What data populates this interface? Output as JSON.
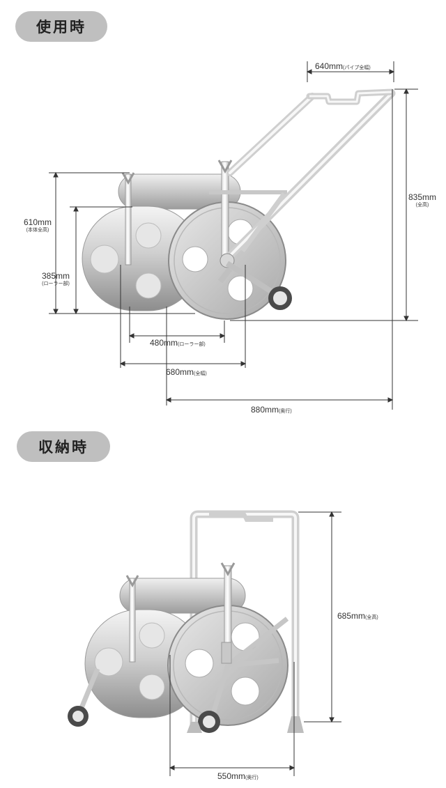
{
  "sections": {
    "in_use": {
      "title": "使用時"
    },
    "storage": {
      "title": "収納時"
    }
  },
  "dimensions": {
    "pipe_width": {
      "value": "640mm",
      "note": "(パイプ全幅)"
    },
    "total_height_use": {
      "value": "835mm",
      "note": "(全高)"
    },
    "body_height": {
      "value": "610mm",
      "note": "(本体全高)"
    },
    "roller_height": {
      "value": "385mm",
      "note": "(ローラー部)"
    },
    "roller_width": {
      "value": "480mm",
      "note": "(ローラー部)"
    },
    "total_width": {
      "value": "680mm",
      "note": "(全幅)"
    },
    "depth_use": {
      "value": "880mm",
      "note": "(奥行)"
    },
    "total_height_storage": {
      "value": "685mm",
      "note": "(全高)"
    },
    "depth_storage": {
      "value": "550mm",
      "note": "(奥行)"
    }
  },
  "colors": {
    "pill": "#bfbfbf",
    "line": "#333333",
    "metal_light": "#f2f2f2",
    "metal_dark": "#9a9a9a"
  }
}
